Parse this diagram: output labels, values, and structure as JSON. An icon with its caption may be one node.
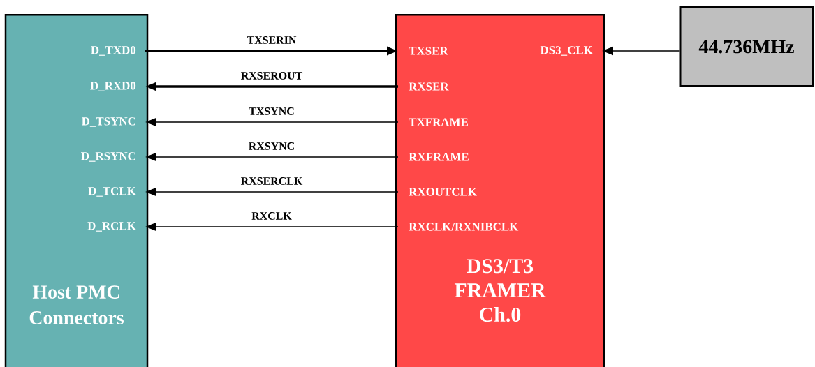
{
  "diagram": {
    "nodes": [
      {
        "text": [
          "Host PMC Connectors"
        ]
      },
      {
        "text": [
          "D_TXD0"
        ],
        "in": 0
      },
      {
        "text": [
          "D_RXD0"
        ],
        "in": 0
      },
      {
        "text": [
          "D_TSYNC"
        ],
        "in": 0
      },
      {
        "text": [
          "D_RSYNC"
        ],
        "in": 0
      },
      {
        "text": [
          "D_TCLK"
        ],
        "in": 0
      },
      {
        "text": [
          "D_RCLK"
        ],
        "in": 0
      },
      {
        "text": [
          "DS3/T3 FRAMER Ch.0"
        ]
      },
      {
        "text": [
          "TXSER"
        ],
        "in": 7
      },
      {
        "text": [
          "DS3_CLK"
        ],
        "in": 7
      },
      {
        "text": [
          "RXSER"
        ],
        "in": 7
      },
      {
        "text": [
          "TXFRAME"
        ],
        "in": 7
      },
      {
        "text": [
          "RXFRAME"
        ],
        "in": 7
      },
      {
        "text": [
          "RXOUTCLK"
        ],
        "in": 7
      },
      {
        "text": [
          "RXCLK/RXNIBCLK"
        ],
        "in": 7
      },
      {
        "text": [
          "44.736MHz"
        ]
      }
    ],
    "edges": [
      {
        "from": 1,
        "to": 8,
        "arrow": "to",
        "label": "TXSERIN",
        "style": "thick"
      },
      {
        "from": 10,
        "to": 2,
        "arrow": "to",
        "label": "RXSEROUT",
        "style": "thick"
      },
      {
        "from": 11,
        "to": 3,
        "arrow": "to",
        "label": "TXSYNC"
      },
      {
        "from": 12,
        "to": 4,
        "arrow": "to",
        "label": "RXSYNC"
      },
      {
        "from": 13,
        "to": 5,
        "arrow": "to",
        "label": "RXSERCLK"
      },
      {
        "from": 14,
        "to": 6,
        "arrow": "to",
        "label": "RXCLK"
      },
      {
        "from": 15,
        "to": 9,
        "arrow": "to"
      }
    ]
  }
}
